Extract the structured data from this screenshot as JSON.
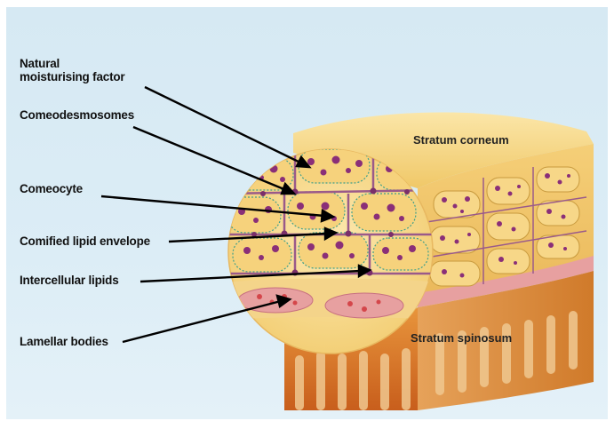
{
  "labels": {
    "natural_moisturising_factor_line1": "Natural",
    "natural_moisturising_factor_line2": "moisturising factor",
    "comeodesmosomes": "Comeodesmosomes",
    "comeocyte": "Comeocyte",
    "comified_lipid_envelope": "Comified lipid envelope",
    "intercellular_lipids": "Intercellular lipids",
    "lamellar_bodies": "Lamellar bodies"
  },
  "regions": {
    "stratum_corneum": "Stratum corneum",
    "stratum_spinosum": "Stratum spinosum"
  },
  "colors": {
    "background": "#d6e9f3",
    "corneum_top": "#f6d98c",
    "cell_fill": "#f3c86a",
    "granule": "#8a2f78",
    "lipid_line": "#9a5a8a",
    "lamellar_layer": "#e7a0a0",
    "spinosum": "#d8742a",
    "arrow": "#000000"
  }
}
